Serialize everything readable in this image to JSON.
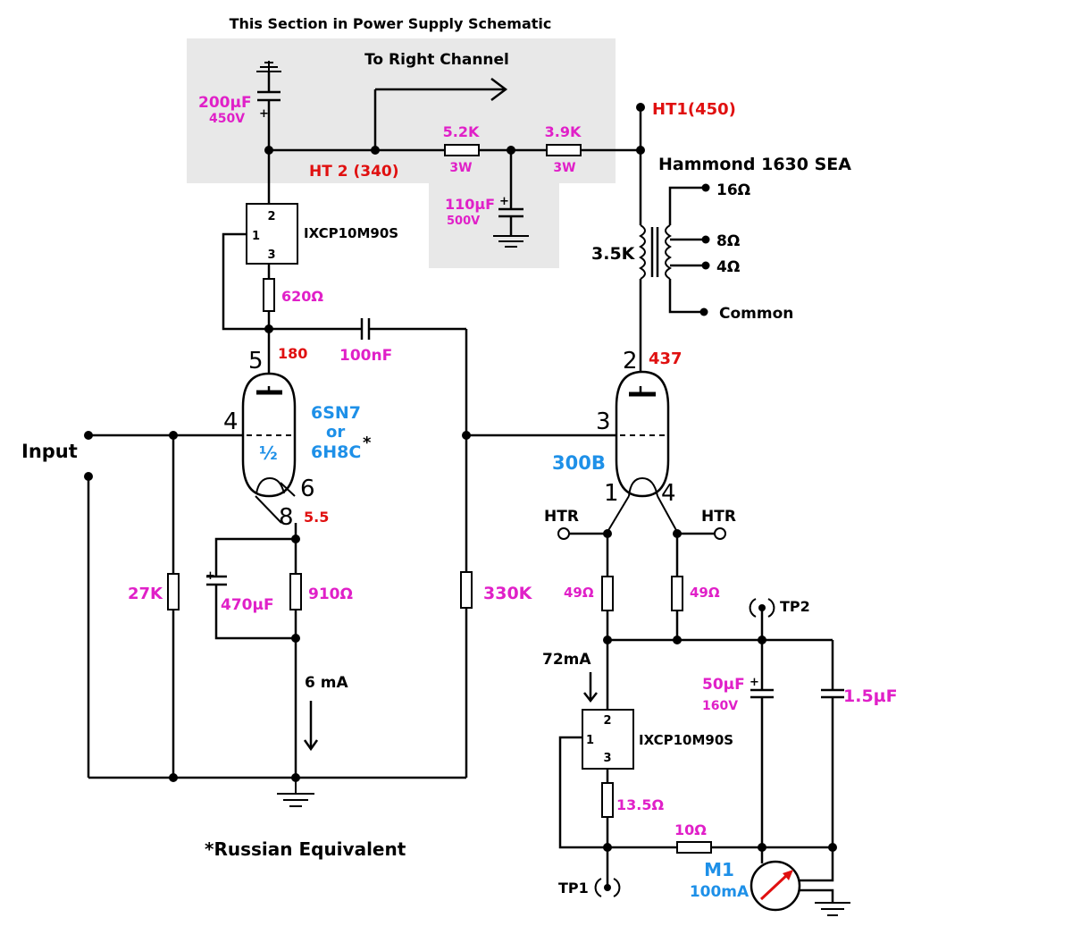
{
  "header": {
    "ps_note": "This Section in Power Supply Schematic",
    "right_channel": "To Right Channel"
  },
  "power": {
    "c200_value": "200µF",
    "c200_voltage": "450V",
    "ht2": "HT 2 (340)",
    "ht1": "HT1(450)",
    "r52": "5.2K",
    "r52_watt": "3W",
    "r39": "3.9K",
    "r39_watt": "3W",
    "c110_value": "110µF",
    "c110_voltage": "500V",
    "plus": "+"
  },
  "regulator1": {
    "part": "IXCP10M90S",
    "pin1": "1",
    "pin2": "2",
    "pin3": "3",
    "r620": "620Ω"
  },
  "driver": {
    "tube": "6SN7",
    "or": "or",
    "alt": "6H8C",
    "star": "*",
    "half": "½",
    "pin5": "5",
    "pin4": "4",
    "pin6": "6",
    "pin8": "8",
    "v_plate": "180",
    "v_cathode": "5.5",
    "c_coupling": "100nF",
    "r_grid": "27K",
    "c_cathode": "470µF",
    "r_cathode": "910Ω",
    "current": "6 mA",
    "r_bias": "330K"
  },
  "input": {
    "label": "Input"
  },
  "output": {
    "tube": "300B",
    "pin2": "2",
    "pin3": "3",
    "pin1": "1",
    "pin4": "4",
    "v_plate": "437",
    "transformer": "Hammond 1630 SEA",
    "primary": "3.5K",
    "tap16": "16Ω",
    "tap8": "8Ω",
    "tap4": "4Ω",
    "common": "Common",
    "htr_left": "HTR",
    "htr_right": "HTR",
    "r49_left": "49Ω",
    "r49_right": "49Ω",
    "tp2": "TP2",
    "current": "72mA",
    "c50_value": "50µF",
    "c50_voltage": "160V",
    "c15": "1.5µF",
    "r135": "13.5Ω",
    "r10": "10Ω",
    "tp1": "TP1",
    "meter_name": "M1",
    "meter_range": "100mA"
  },
  "regulator2": {
    "part": "IXCP10M90S",
    "pin1": "1",
    "pin2": "2",
    "pin3": "3"
  },
  "footnote": "*Russian Equivalent",
  "colors": {
    "magenta": "#e020c8",
    "red": "#e01010",
    "blue": "#1e90e8",
    "shade": "#e8e8e8"
  }
}
